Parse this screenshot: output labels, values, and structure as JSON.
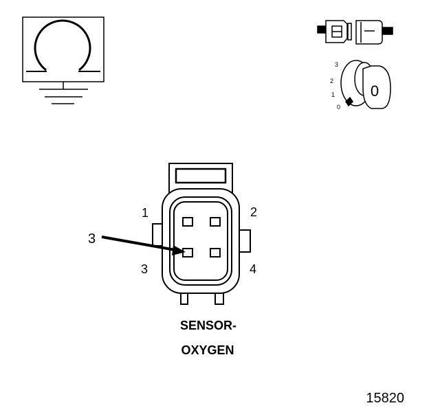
{
  "ohm_symbol": {
    "glyph": "Ω",
    "icon": "ohmmeter-ground-icon"
  },
  "connector_test_icon": "connector-disconnect-icon",
  "ignition_switch": {
    "icon": "ignition-key-icon",
    "key_label": "0",
    "positions": [
      "3",
      "2",
      "1",
      "0"
    ]
  },
  "connector": {
    "pin_labels": {
      "p1": "1",
      "p2": "2",
      "p3": "3",
      "p4": "4"
    },
    "callout_label": "3",
    "title_line1": "SENSOR-",
    "title_line2": "OXYGEN"
  },
  "figure_number": "15820",
  "colors": {
    "ink": "#000000",
    "background": "#ffffff"
  }
}
